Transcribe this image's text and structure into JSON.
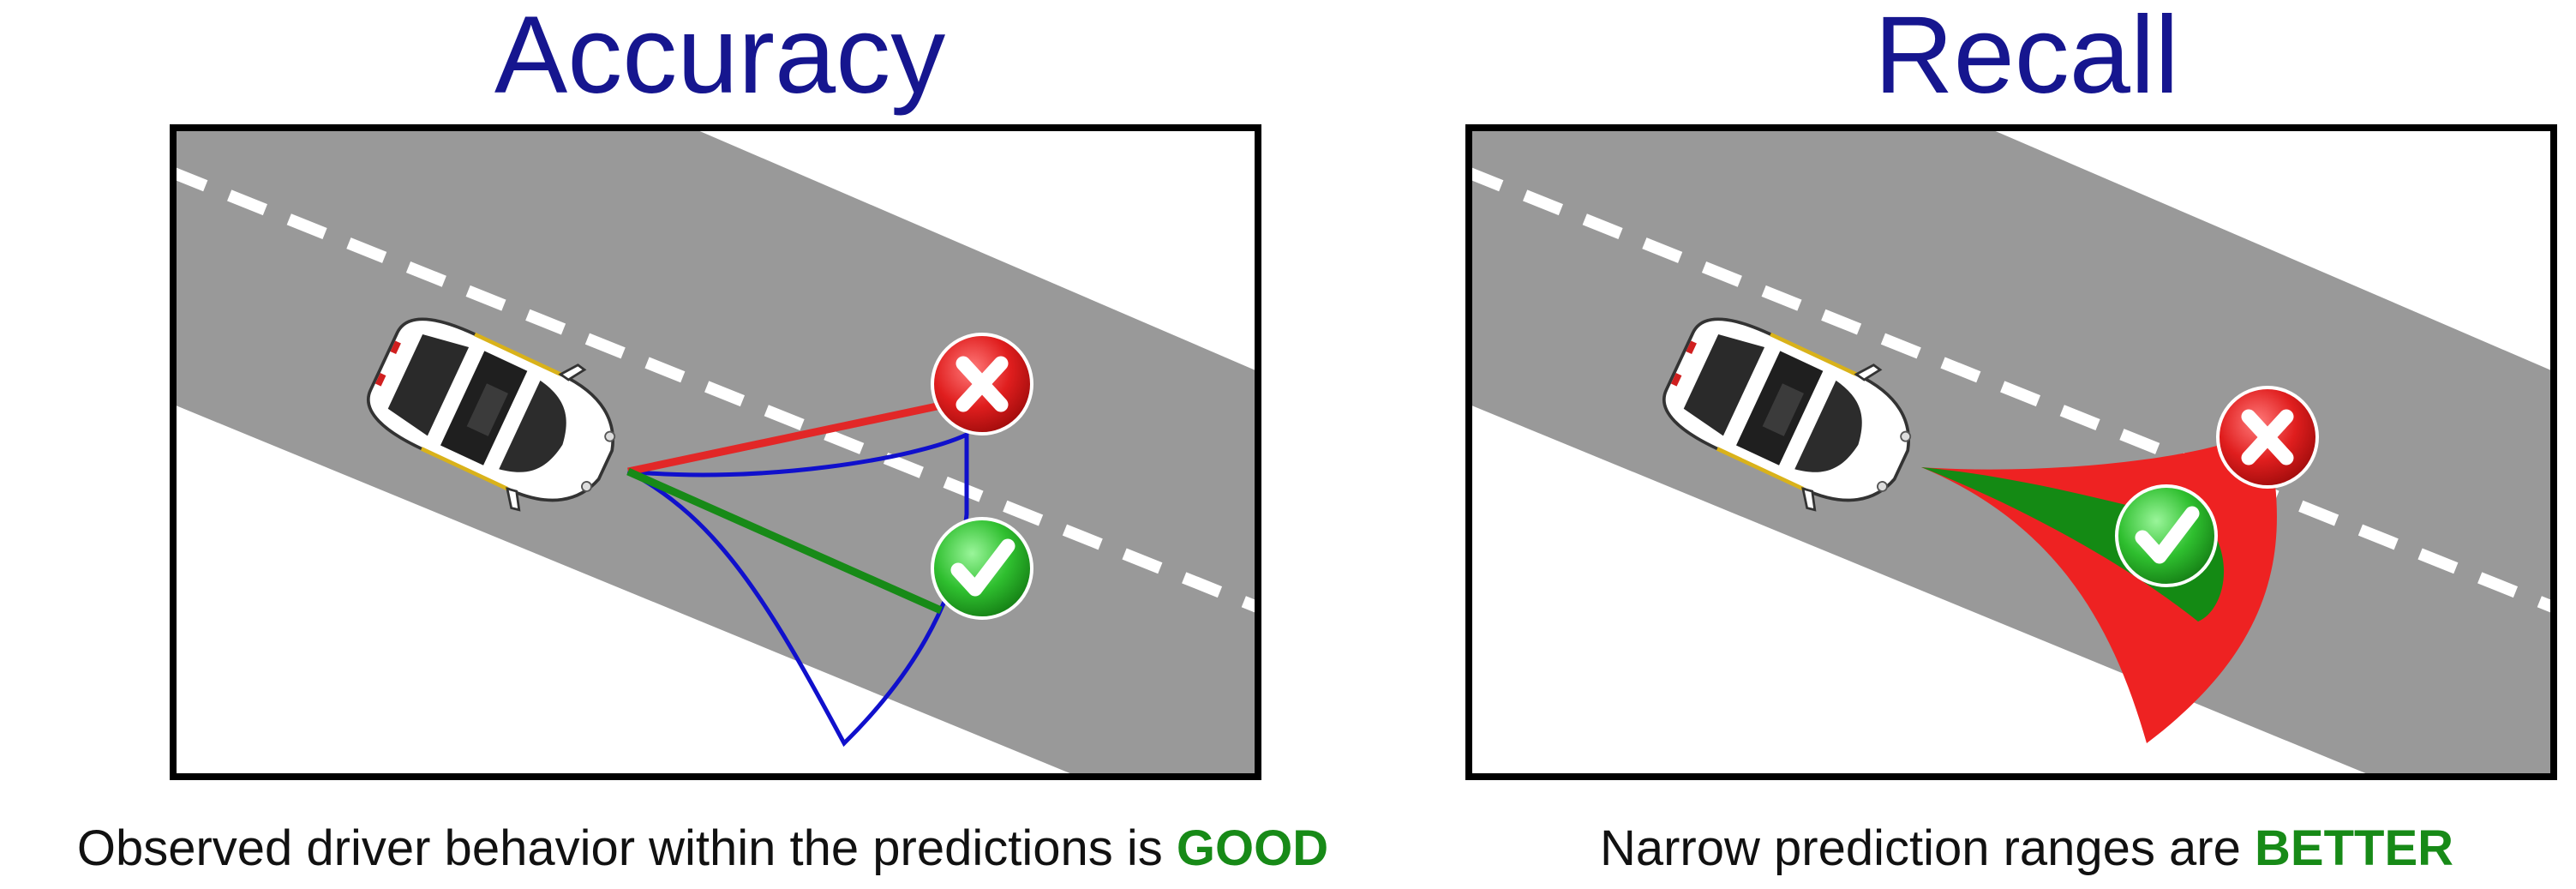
{
  "panels": [
    {
      "title": "Accuracy",
      "caption": "Observed driver behavior within the predictions is",
      "caption_highlight": "GOOD"
    },
    {
      "title": "Recall",
      "caption": "Narrow prediction ranges are",
      "caption_highlight": "BETTER"
    }
  ],
  "colors": {
    "title": "#16168f",
    "highlight": "#178a17",
    "road": "#999999",
    "wrong_marker": "#e01e1e",
    "correct_marker": "#2fbf2f",
    "prediction_fill_wide": "#ee2222",
    "prediction_fill_narrow": "#148a14",
    "prediction_outline": "#1010cc"
  },
  "icons": {
    "wrong": "x-mark-icon",
    "correct": "check-mark-icon",
    "vehicle": "car-icon"
  }
}
